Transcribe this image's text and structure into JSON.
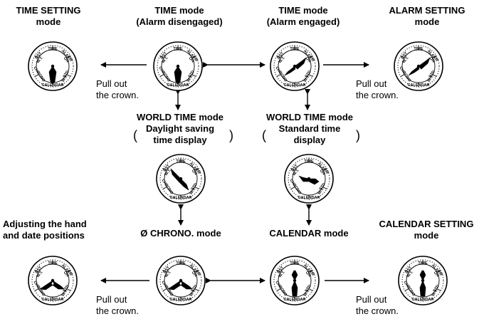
{
  "dial_labels": {
    "time": "TIME",
    "alarm": "ALARM",
    "on": "ON",
    "dst": "DST",
    "wt": "W.T.",
    "chrono": "CHRONO",
    "calendar": "CALENDAR",
    "std": "STD",
    "std_wt": "W.T."
  },
  "modes": {
    "time_setting": {
      "line1": "TIME SETTING",
      "line2": "mode"
    },
    "time_disengaged": {
      "line1": "TIME mode",
      "line2": "(Alarm disengaged)"
    },
    "time_engaged": {
      "line1": "TIME mode",
      "line2": "(Alarm engaged)"
    },
    "alarm_setting": {
      "line1": "ALARM SETTING",
      "line2": "mode"
    },
    "world_dst": {
      "line1": "WORLD TIME mode",
      "line2": "Daylight saving",
      "line3": "time display"
    },
    "world_std": {
      "line1": "WORLD TIME mode",
      "line2": "Standard time",
      "line3": "display"
    },
    "adjusting": {
      "line1": "Adjusting the hand",
      "line2": "and date positions"
    },
    "chrono": {
      "line1": "Ø CHRONO. mode"
    },
    "calendar": {
      "line1": "CALENDAR mode"
    },
    "calendar_setting": {
      "line1": "CALENDAR SETTING",
      "line2": "mode"
    }
  },
  "notes": {
    "pull_line1": "Pull out",
    "pull_line2": "the crown."
  },
  "parens": {
    "open": "(",
    "close": ")"
  }
}
